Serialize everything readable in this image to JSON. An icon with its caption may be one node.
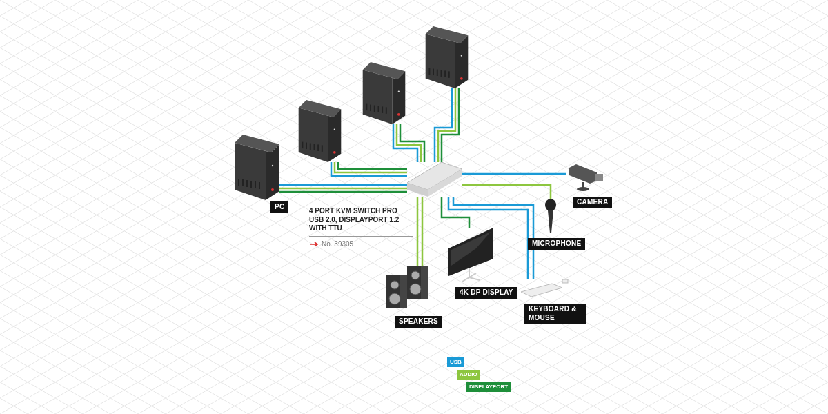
{
  "diagram": {
    "nodes": [
      {
        "text": [],
        "shape": "picture",
        "beside": [
          "PC"
        ]
      },
      {
        "text": [],
        "shape": "picture"
      },
      {
        "text": [],
        "shape": "picture"
      },
      {
        "text": [],
        "shape": "picture"
      },
      {
        "text": [],
        "shape": "picture",
        "beside": [
          "4 PORT KVM SWITCH PRO USB 2.0, DISPLAYPORT 1.2 WITH TTU",
          "No. 39305"
        ]
      },
      {
        "text": [],
        "shape": "picture",
        "beside": [
          "SPEAKERS"
        ]
      },
      {
        "text": [],
        "shape": "picture",
        "beside": [
          "4K DP DISPLAY"
        ]
      },
      {
        "text": [],
        "shape": "picture",
        "beside": [
          "KEYBOARD & MOUSE"
        ]
      },
      {
        "text": [],
        "shape": "picture",
        "beside": [
          "MICROPHONE"
        ]
      },
      {
        "text": [],
        "shape": "picture",
        "beside": [
          "CAMERA"
        ]
      }
    ],
    "edges": [
      {
        "from": 0,
        "to": 4,
        "arrow": "none",
        "color": "#1a9ad6"
      },
      {
        "from": 0,
        "to": 4,
        "arrow": "none",
        "color": "#8dc63f"
      },
      {
        "from": 0,
        "to": 4,
        "arrow": "none",
        "color": "#1e8f3a"
      },
      {
        "from": 1,
        "to": 4,
        "arrow": "none",
        "color": "#1a9ad6"
      },
      {
        "from": 1,
        "to": 4,
        "arrow": "none",
        "color": "#8dc63f"
      },
      {
        "from": 1,
        "to": 4,
        "arrow": "none",
        "color": "#1e8f3a"
      },
      {
        "from": 2,
        "to": 4,
        "arrow": "none",
        "color": "#1a9ad6"
      },
      {
        "from": 2,
        "to": 4,
        "arrow": "none",
        "color": "#8dc63f"
      },
      {
        "from": 2,
        "to": 4,
        "arrow": "none",
        "color": "#1e8f3a"
      },
      {
        "from": 3,
        "to": 4,
        "arrow": "none",
        "color": "#1a9ad6"
      },
      {
        "from": 3,
        "to": 4,
        "arrow": "none",
        "color": "#8dc63f"
      },
      {
        "from": 3,
        "to": 4,
        "arrow": "none",
        "color": "#1e8f3a"
      },
      {
        "from": 4,
        "to": 5,
        "arrow": "none",
        "color": "#8dc63f"
      },
      {
        "from": 4,
        "to": 5,
        "arrow": "none",
        "color": "#8dc63f"
      },
      {
        "from": 4,
        "to": 6,
        "arrow": "none",
        "color": "#1e8f3a"
      },
      {
        "from": 4,
        "to": 7,
        "arrow": "none",
        "color": "#1a9ad6"
      },
      {
        "from": 4,
        "to": 7,
        "arrow": "none",
        "color": "#1a9ad6"
      },
      {
        "from": 4,
        "to": 8,
        "arrow": "none",
        "color": "#8dc63f"
      },
      {
        "from": 4,
        "to": 9,
        "arrow": "none",
        "color": "#1a9ad6"
      }
    ],
    "legend": [
      {
        "text": "USB",
        "color": "#1a9ad6"
      },
      {
        "text": "AUDIO",
        "color": "#8dc63f"
      },
      {
        "text": "DISPLAYPORT",
        "color": "#1e8f3a"
      }
    ]
  }
}
